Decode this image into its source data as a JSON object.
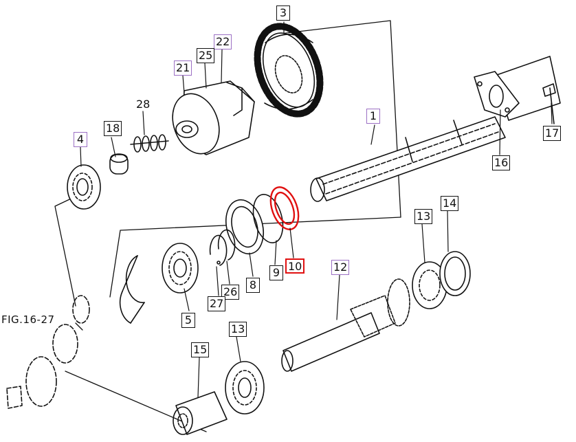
{
  "reference": "FIG.16-27",
  "colors": {
    "line": "#111111",
    "purple_box": "#9b6fc4",
    "highlight": "#e01010"
  },
  "parts": {
    "p1": "1",
    "p3": "3",
    "p4": "4",
    "p5": "5",
    "p8": "8",
    "p9": "9",
    "p10": "10",
    "p12": "12",
    "p13a": "13",
    "p13b": "13",
    "p14": "14",
    "p15": "15",
    "p16": "16",
    "p17": "17",
    "p18": "18",
    "p21": "21",
    "p22": "22",
    "p25": "25",
    "p26": "26",
    "p27": "27",
    "p28": "28"
  }
}
